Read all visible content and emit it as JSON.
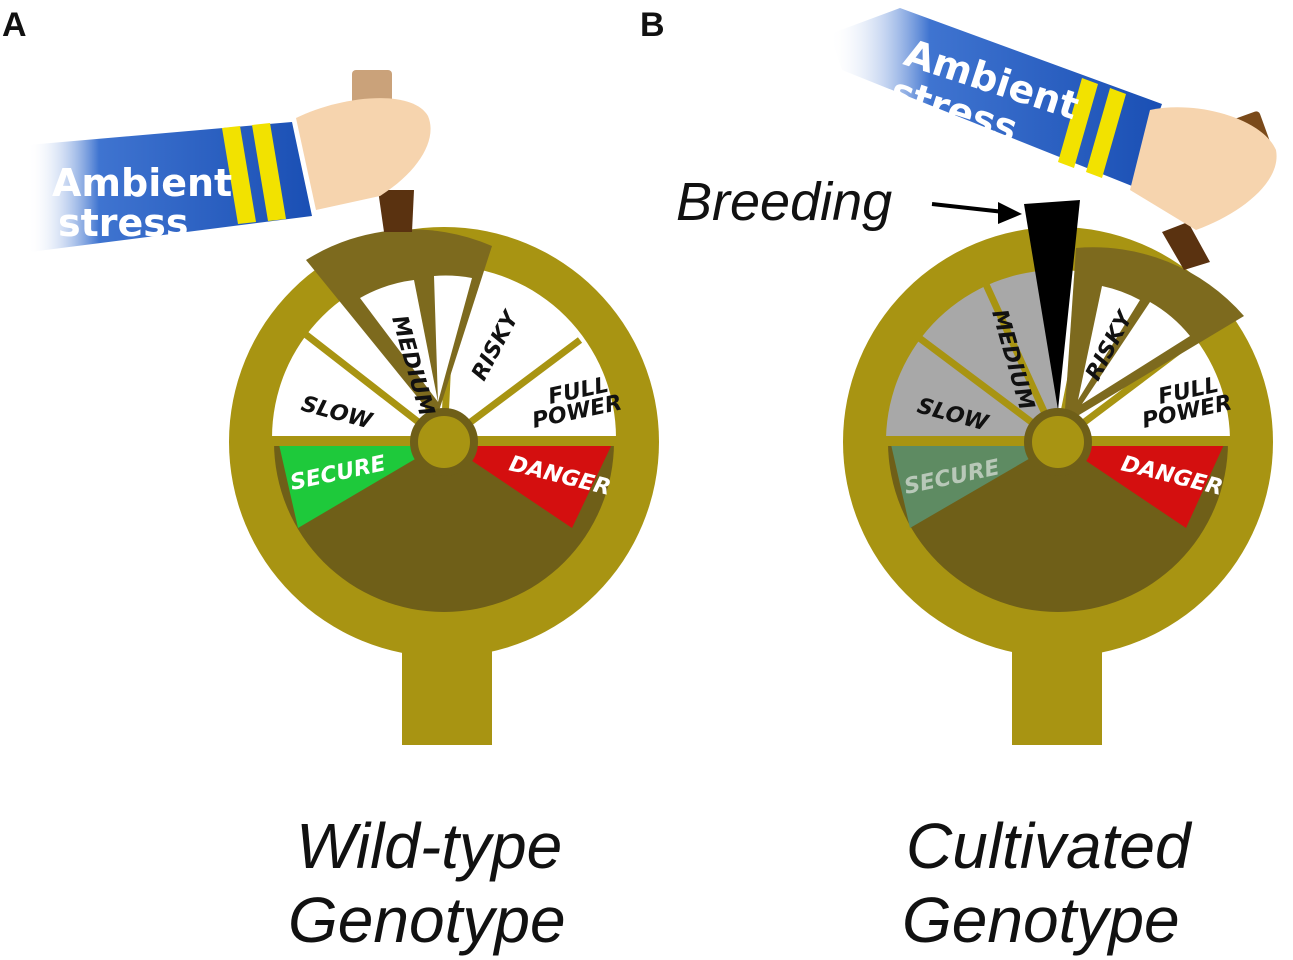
{
  "panels": [
    {
      "letter": "A",
      "sleeve_line1": "Ambient",
      "sleeve_line2": "stress",
      "segments": {
        "slow": "SLOW",
        "medium": "MEDIUM",
        "risky": "RISKY",
        "full1": "FULL",
        "full2": "POWER",
        "secure": "SECURE",
        "danger": "DANGER"
      },
      "caption_line1": "Wild-type",
      "caption_line2": "Genotype"
    },
    {
      "letter": "B",
      "sleeve_line1": "Ambient",
      "sleeve_line2": "stress",
      "breeding": "Breeding",
      "segments": {
        "slow": "SLOW",
        "medium": "MEDIUM",
        "risky": "RISKY",
        "full1": "FULL",
        "full2": "POWER",
        "secure": "SECURE",
        "danger": "DANGER"
      },
      "caption_line1": "Cultivated",
      "caption_line2": "Genotype"
    }
  ],
  "colors": {
    "brass": "#a89412",
    "brass_dark": "#6f5f18",
    "lever": "#7d6a1e",
    "secure_a": "#1ec93b",
    "secure_b": "#5e8b62",
    "danger": "#d40f0f",
    "gray": "#a8a8a8",
    "sleeve": "#1a4fb4",
    "stripe": "#f2e200",
    "skin": "#f6d4ae",
    "handle": "#5a3210"
  }
}
